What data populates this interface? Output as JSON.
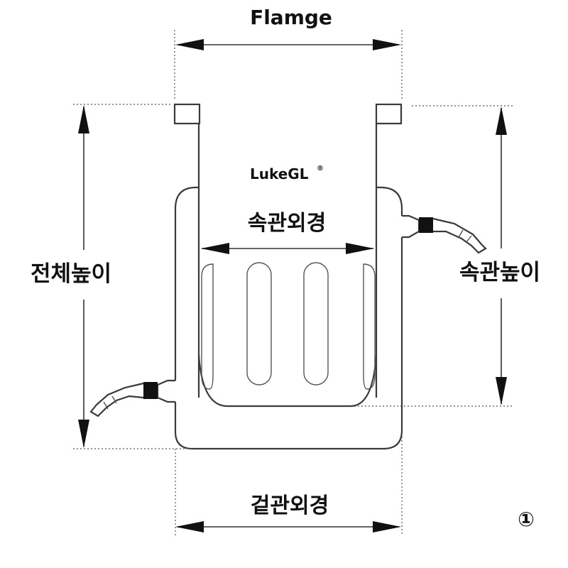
{
  "labels": {
    "flange": "Flamge",
    "total_height": "전체높이",
    "inner_diameter": "속관외경",
    "inner_height": "속관높이",
    "outer_diameter": "겉관외경",
    "figure_number": "①"
  },
  "brand": {
    "name": "LukeGL",
    "mark": "®"
  },
  "colors": {
    "line": "#3a3a3a",
    "text": "#111111",
    "hose_cap": "#111111",
    "background": "#ffffff"
  }
}
